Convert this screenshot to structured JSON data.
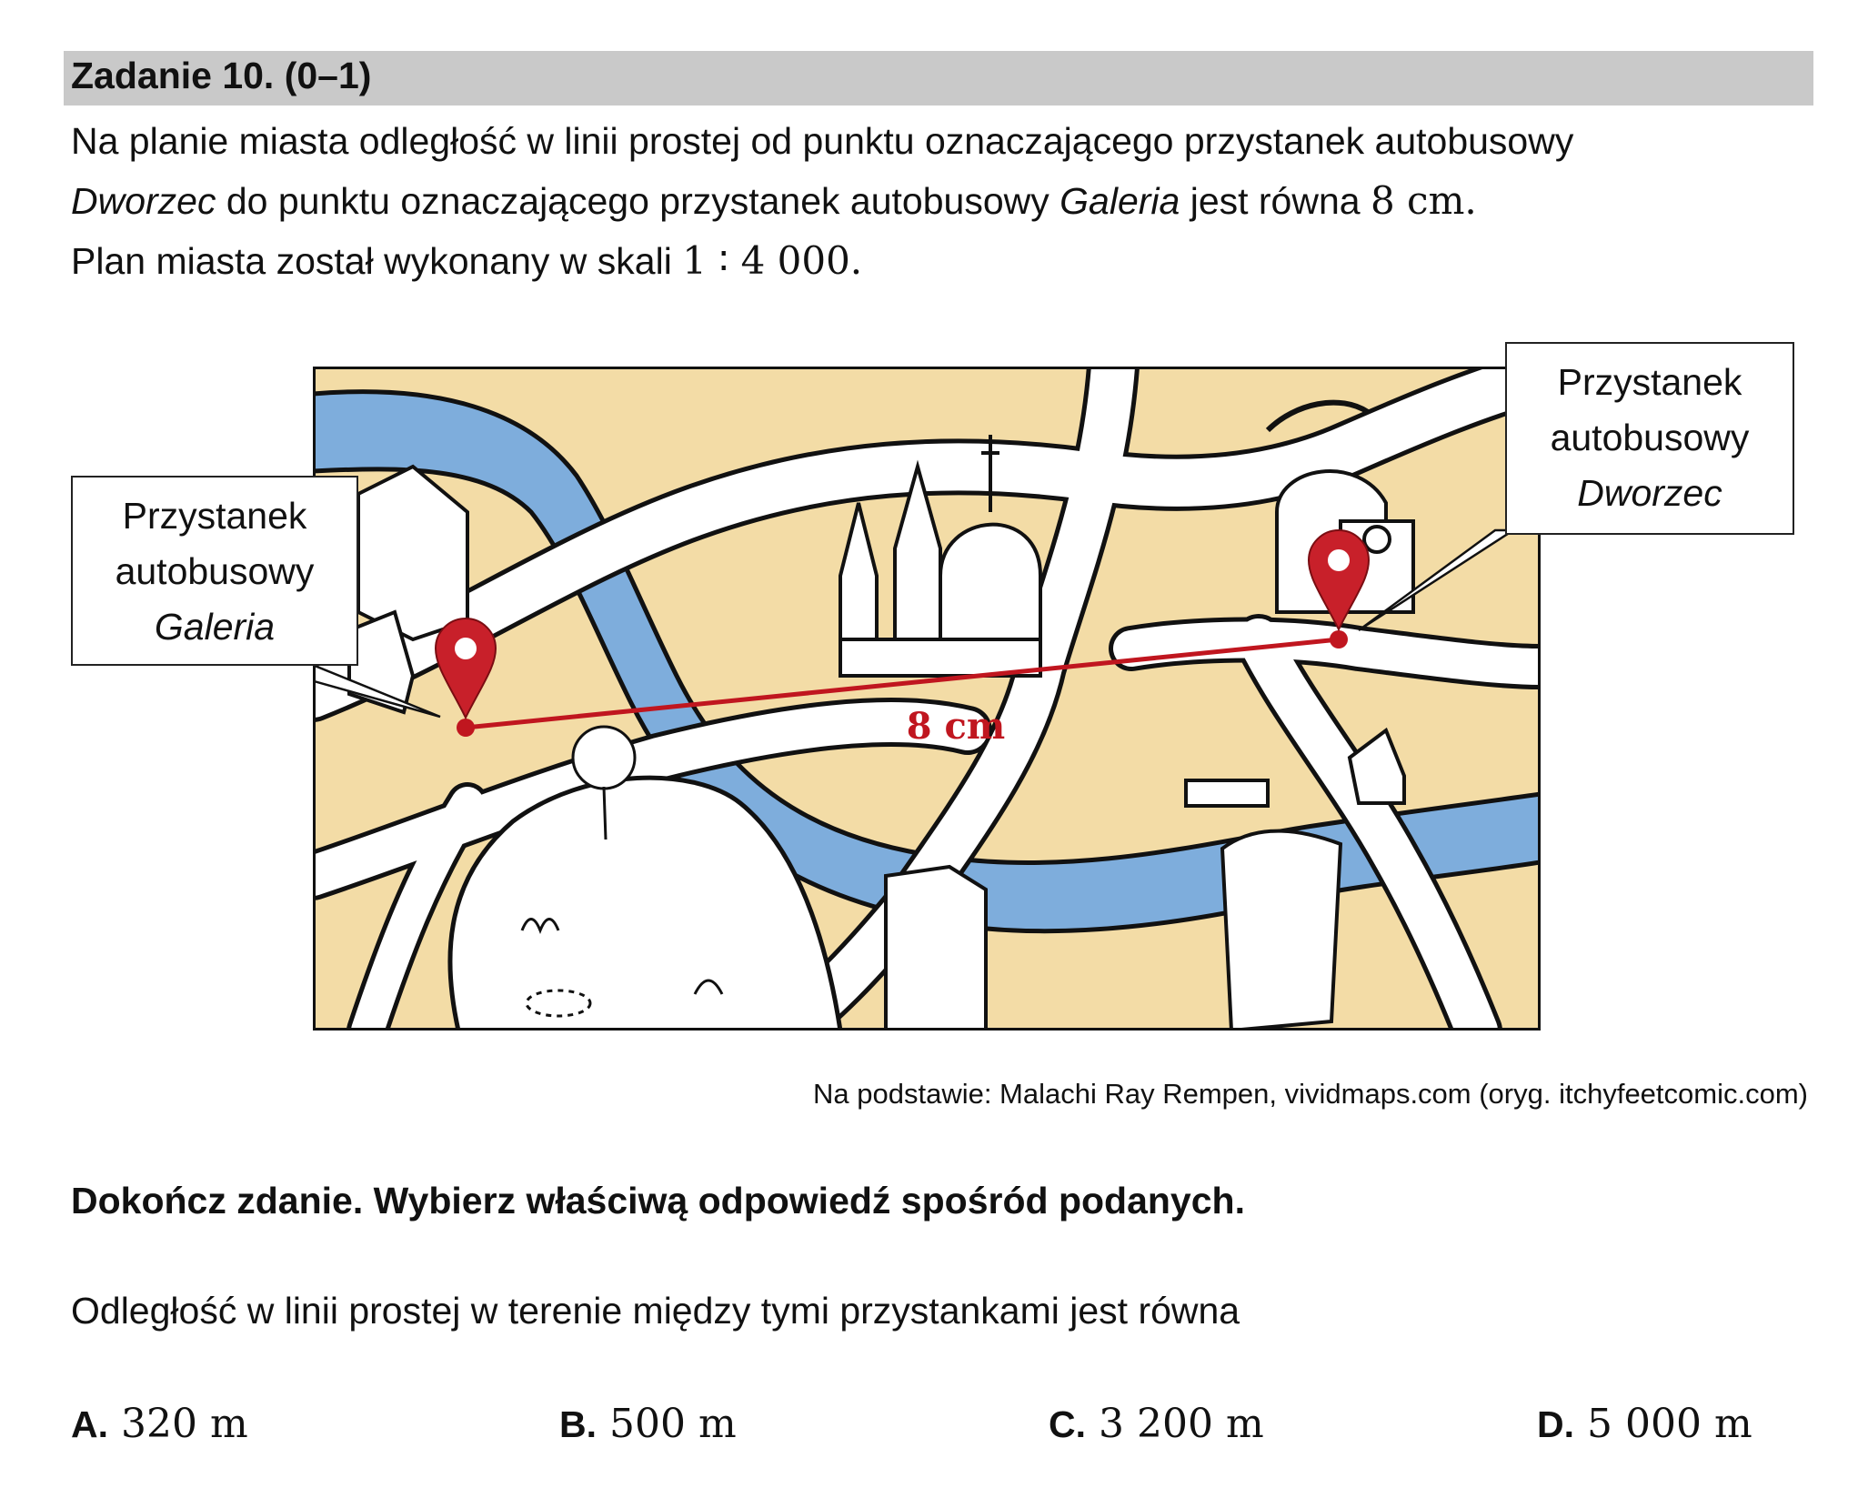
{
  "task": {
    "title": "Zadanie 10. (0–1)",
    "line1": "Na planie miasta odległość w linii prostej od punktu oznaczającego przystanek autobusowy",
    "line2_italic_start": "Dworzec",
    "line2_mid": " do punktu oznaczającego przystanek autobusowy ",
    "line2_italic_end": "Galeria",
    "line2_tail": " jest równa ",
    "distance_value": "8 cm.",
    "line3_text": "Plan miasta został wykonany w skali ",
    "scale_value": "1 ∶ 4 000."
  },
  "map": {
    "left_callout": {
      "line1": "Przystanek",
      "line2": "autobusowy",
      "line3": "Galeria"
    },
    "right_callout": {
      "line1": "Przystanek",
      "line2": "autobusowy",
      "line3": "Dworzec"
    },
    "distance_label": "8 cm",
    "colors": {
      "land": "#f3dca6",
      "river": "#7eaddc",
      "road": "#ffffff",
      "line": "#c0161f",
      "pin": "#c8202a"
    }
  },
  "caption": "Na podstawie: Malachi Ray Rempen, vividmaps.com (oryg. itchyfeetcomic.com)",
  "instruction": "Dokończ zdanie. Wybierz właściwą odpowiedź spośród podanych.",
  "question": "Odległość w linii prostej w terenie między tymi przystankami jest równa",
  "answers": [
    {
      "letter": "A.",
      "value": "320 m"
    },
    {
      "letter": "B.",
      "value": "500 m"
    },
    {
      "letter": "C.",
      "value": "3 200 m"
    },
    {
      "letter": "D.",
      "value": "5 000 m"
    }
  ]
}
